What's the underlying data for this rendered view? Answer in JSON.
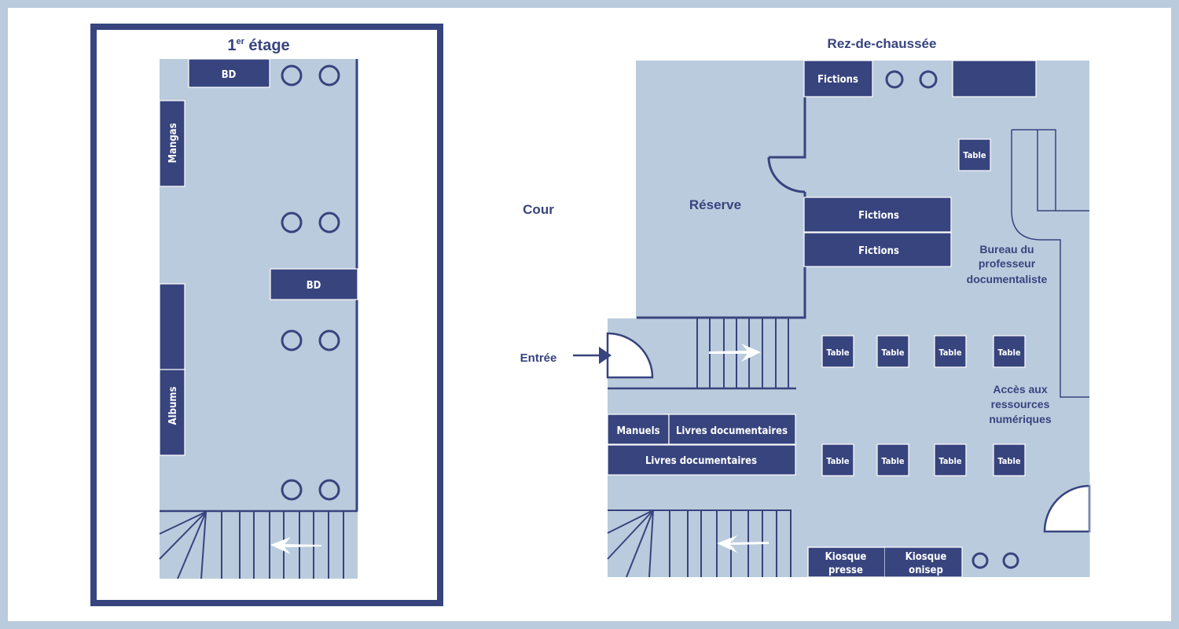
{
  "colors": {
    "navy": "#37447e",
    "floor": "#bacbdd",
    "background": "#ffffff",
    "arrow": "#ffffff"
  },
  "first_floor": {
    "title_main": "1",
    "title_sup": "er",
    "title_rest": " étage",
    "shelves": {
      "bd_top": "BD",
      "mangas": "Mangas",
      "bd_middle": "BD",
      "albums_upper": "",
      "albums": "Albums"
    },
    "seats_count": 8,
    "stairs_direction": "left"
  },
  "ground_floor": {
    "title": "Rez-de-chaussée",
    "outside_label": "Cour",
    "entrance_label": "Entrée",
    "storage_label": "Réserve",
    "shelves": {
      "fictions_top": "Fictions",
      "unlabeled_top_right": "",
      "fictions_1": "Fictions",
      "fictions_2": "Fictions",
      "manuels": "Manuels",
      "livres_documentaires_1": "Livres documentaires",
      "livres_documentaires_2": "Livres documentaires",
      "kiosque_presse_line1": "Kiosque",
      "kiosque_presse_line2": "presse",
      "kiosque_onisep_line1": "Kiosque",
      "kiosque_onisep_line2": "onisep"
    },
    "tables": [
      "Table",
      "Table",
      "Table",
      "Table",
      "Table",
      "Table",
      "Table",
      "Table",
      "Table"
    ],
    "desk_label": [
      "Bureau du",
      "professeur",
      "documentaliste"
    ],
    "digital_label": [
      "Accès aux",
      "ressources",
      "numériques"
    ],
    "seats_count": 4,
    "stairs_up_direction": "right",
    "stairs_down_direction": "left"
  }
}
